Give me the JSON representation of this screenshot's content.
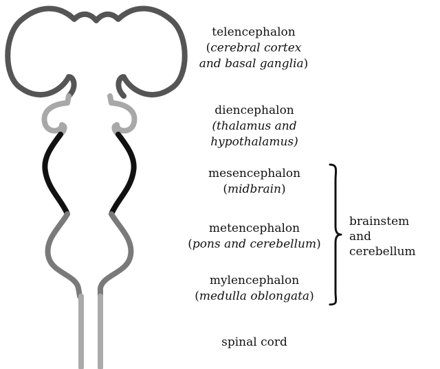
{
  "colors": {
    "telencephalon": "#555555",
    "diencephalon": "#a8a8a8",
    "mesencephalon": "#111111",
    "hindbrain": "#7a7a7a",
    "spinal_cord": "#aaaaaa"
  },
  "labels": {
    "telencephalon": {
      "name": "telencephalon",
      "open": "(",
      "detail_1": "cerebral cortex",
      "detail_2": "and basal ganglia",
      "close": ")"
    },
    "diencephalon": {
      "name": "diencephalon",
      "detail_1": "(thalamus and",
      "detail_2": "hypothalamus)"
    },
    "mesencephalon": {
      "name": "mesencephalon",
      "open": "(",
      "detail": "midbrain",
      "close": ")"
    },
    "metencephalon": {
      "name": "metencephalon",
      "open": "(",
      "detail": "pons and cerebellum",
      "close": ")"
    },
    "mylencephalon": {
      "name": "mylencephalon",
      "open": "(",
      "detail": "medulla oblongata",
      "close": ")"
    },
    "spinal_cord": {
      "name": "spinal cord"
    }
  },
  "bracket_label": {
    "line_1": "brainstem",
    "line_2": "and cerebellum"
  }
}
